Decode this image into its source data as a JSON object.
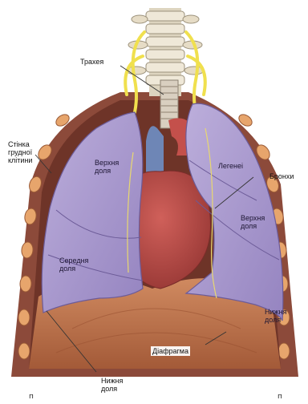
{
  "labels": {
    "trachea": "Трахея",
    "chest_wall": "Стінка\nгрудної\nклітини",
    "upper_lobe_right": "Верхня\nдоля",
    "lungs": "Легенеі",
    "bronchi": "Бронхи",
    "upper_lobe_left": "Верхня\nдоля",
    "middle_lobe": "Середня\nдоля",
    "lower_lobe_left": "Нижня\nдоля",
    "diaphragm": "Діафрагма",
    "lower_lobe_right": "Нижня\nдоля"
  },
  "corner_marks": {
    "left": "п",
    "right": "п"
  },
  "colors": {
    "lung": "#a896cc",
    "heart": "#b84a46",
    "diaphragm": "#c27a52",
    "ribs": "#e8a86f",
    "pleura": "#7a3a2e",
    "spine": "#e9e2d2",
    "nerves": "#f2e55a"
  }
}
